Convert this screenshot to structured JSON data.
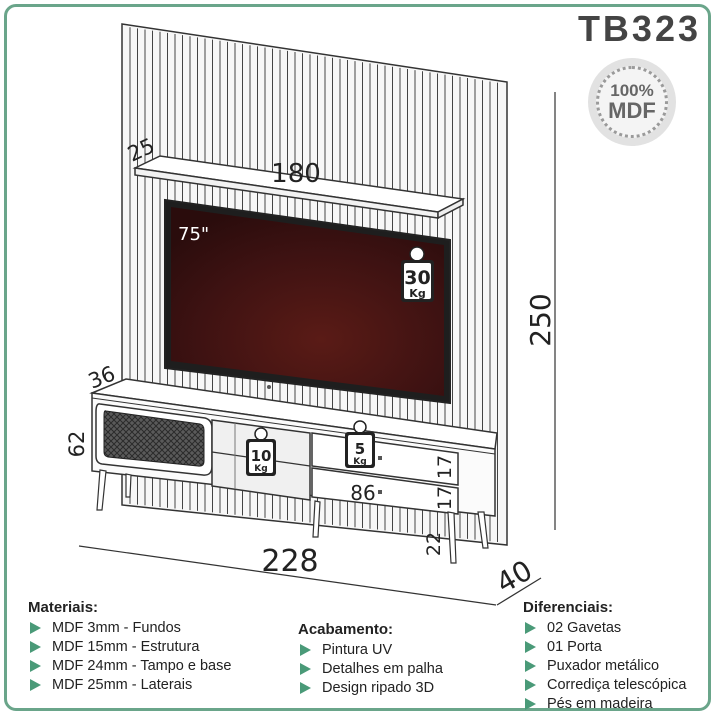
{
  "product_code": "TB323",
  "badge": {
    "top": "100%",
    "bottom": "MDF"
  },
  "dimensions": {
    "shelf_depth": "25",
    "shelf_width": "180",
    "tv_size": "75\"",
    "total_height": "250",
    "rack_depth": "36",
    "rack_height": "62",
    "total_width": "228",
    "total_depth": "40",
    "drawer_width": "86",
    "drawer_height_top": "17",
    "drawer_height_bottom": "17",
    "leg_height": "22"
  },
  "weights": {
    "tv": {
      "value": "30",
      "unit": "Kg"
    },
    "niche": {
      "value": "10",
      "unit": "Kg"
    },
    "top": {
      "value": "5",
      "unit": "Kg"
    }
  },
  "materiais": {
    "title": "Materiais:",
    "items": [
      "MDF 3mm - Fundos",
      "MDF 15mm - Estrutura",
      "MDF 24mm - Tampo e base",
      "MDF 25mm - Laterais"
    ]
  },
  "acabamento": {
    "title": "Acabamento:",
    "items": [
      "Pintura UV",
      "Detalhes em palha",
      "Design ripado 3D"
    ]
  },
  "diferenciais": {
    "title": "Diferenciais:",
    "items": [
      "02 Gavetas",
      "01 Porta",
      "Puxador metálico",
      "Corrediça telescópica",
      "Pés em madeira"
    ]
  },
  "colors": {
    "accent": "#4a9a78",
    "frame": "#6aa58a",
    "screen": "#4a1414"
  }
}
